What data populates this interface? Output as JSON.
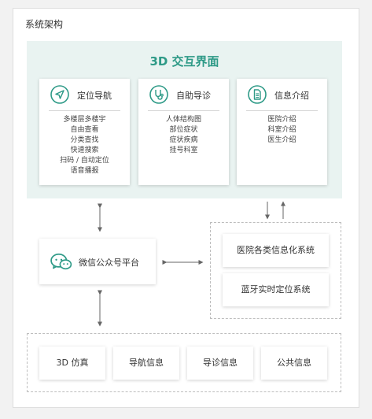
{
  "frame_title": "系统架构",
  "top_title": "3D 交互界面",
  "cards": [
    {
      "title": "定位导航",
      "icon": "navigation-arrow-icon",
      "items": [
        "多楼层多楼宇",
        "自由查看",
        "分类查找",
        "快速搜索",
        "扫码 / 自动定位",
        "语音播报"
      ]
    },
    {
      "title": "自助导诊",
      "icon": "stethoscope-icon",
      "items": [
        "人体结构图",
        "部位症状",
        "症状疾病",
        "挂号科室"
      ]
    },
    {
      "title": "信息介绍",
      "icon": "document-icon",
      "items": [
        "医院介绍",
        "科室介绍",
        "医生介绍"
      ]
    }
  ],
  "wechat": {
    "label": "微信公众号平台",
    "icon": "wechat-icon"
  },
  "systems": [
    "医院各类信息化系统",
    "蓝牙实时定位系统"
  ],
  "bottom": [
    "3D 仿真",
    "导航信息",
    "导诊信息",
    "公共信息"
  ],
  "colors": {
    "accent": "#2e9a87",
    "panel": "#e9f3f1",
    "arrow": "#666666"
  }
}
